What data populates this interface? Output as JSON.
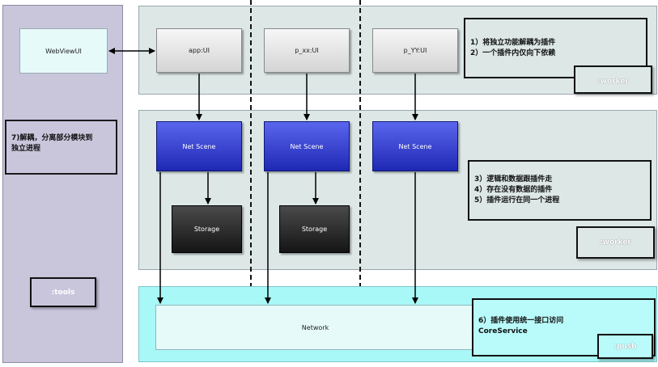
{
  "nodes": {
    "webview_ui": "WebViewUI",
    "app_ui": "app:UI",
    "p_xx_ui": "p_xx:UI",
    "p_yy_ui": "p_YY:UI",
    "net_scene_1": "Net Scene",
    "net_scene_2": "Net Scene",
    "net_scene_3": "Net Scene",
    "storage_1": "Storage",
    "storage_2": "Storage",
    "network": "Network"
  },
  "notes": {
    "top": [
      "1）将独立功能解耦为插件",
      "2）一个插件内仅向下依赖"
    ],
    "middle": [
      "3）逻辑和数据跟插件走",
      "4）存在没有数据的插件",
      "5）插件运行在同一个进程"
    ],
    "bottom": [
      "6）插件使用统一接口访问",
      "CoreService"
    ],
    "left": [
      "7)解耦，分离部分模块到",
      "独立进程"
    ]
  },
  "process_tags": {
    "worker_top": ":worker",
    "worker_middle": ":worker",
    "push": ":push",
    "tools": ":tools"
  },
  "colors": {
    "left_panel": "#c9c6dc",
    "plugin_panel": "#dce7e6",
    "push_panel": "#a8f8f8",
    "network_box": "#e6fafa",
    "ui_box": "#e6e6e6",
    "net_scene": "#3c46d8",
    "storage": "#262626",
    "webview_box": "#e6fafa",
    "bottom_note": "#b9fafa"
  }
}
